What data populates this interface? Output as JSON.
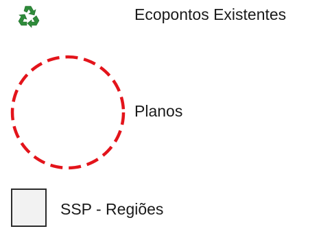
{
  "legend": {
    "items": [
      {
        "label": "Ecopontos Existentes",
        "symbol": "recycle-icon",
        "color": "#2e8b3a"
      },
      {
        "label": "Planos",
        "symbol": "dashed-circle",
        "color": "#e3141b"
      },
      {
        "label": "SSP - Regiões",
        "symbol": "filled-square",
        "fill": "#f2f2f2",
        "border": "#2b2b2b"
      }
    ]
  }
}
